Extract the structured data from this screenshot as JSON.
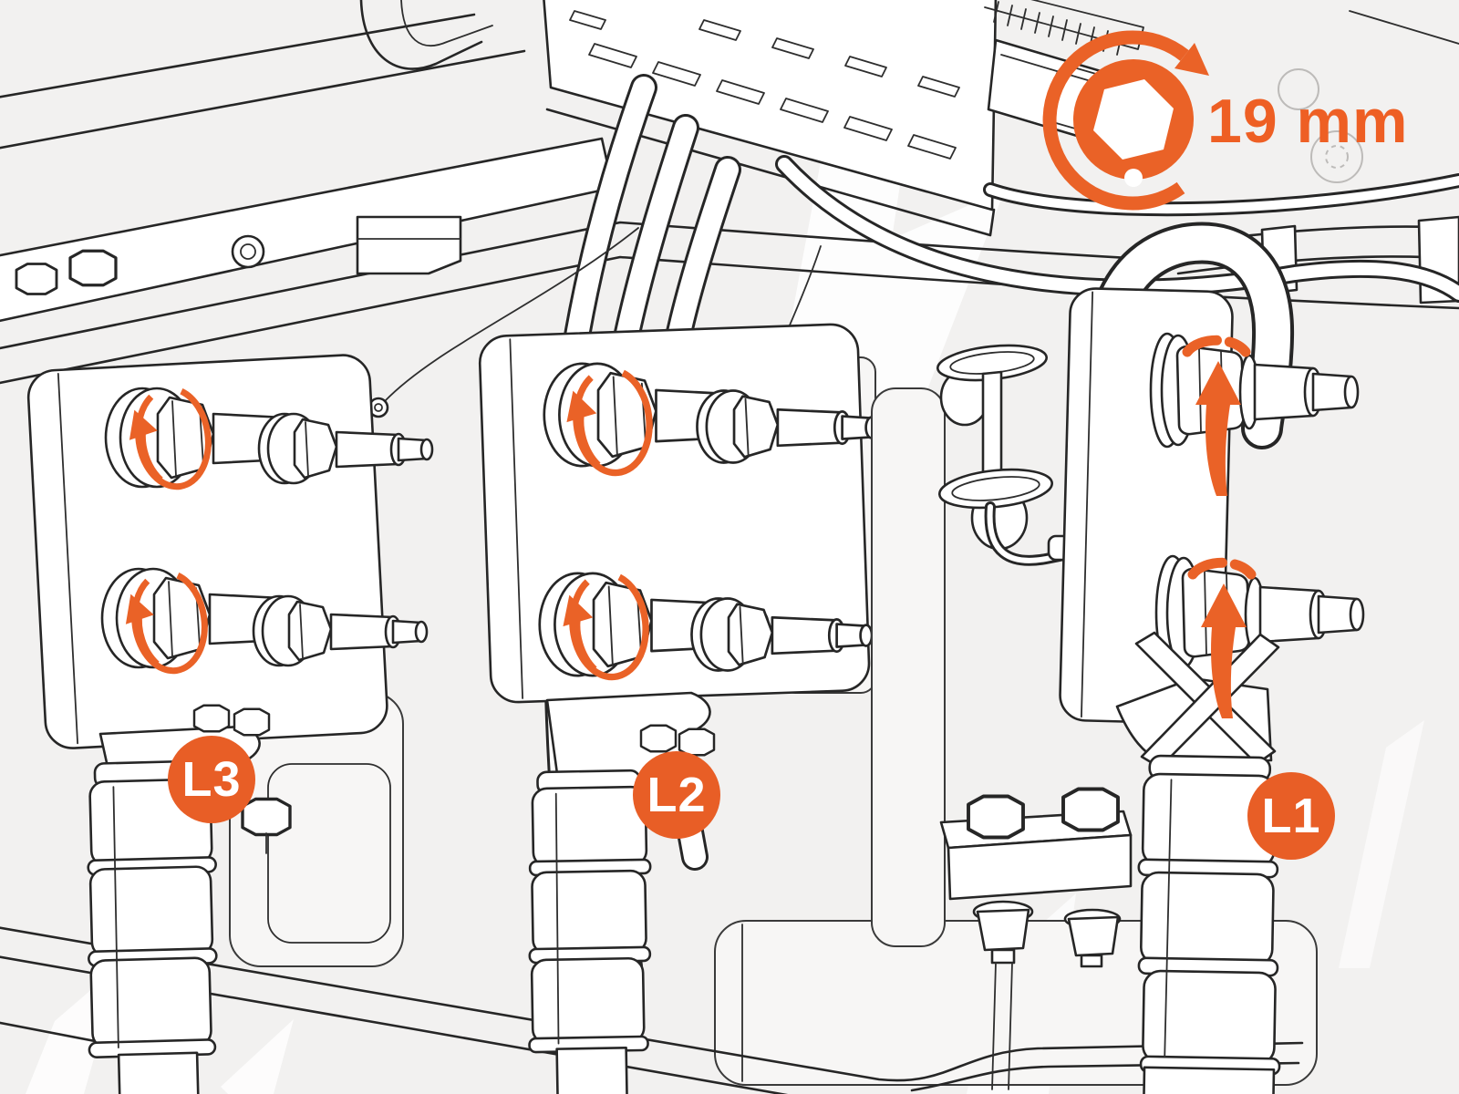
{
  "illustration": {
    "description_role": "technical-instruction-line-art",
    "tool_callout": {
      "label": "19 mm",
      "icon": "socket-rotation-icon"
    },
    "phase_badges": [
      {
        "label": "L3"
      },
      {
        "label": "L2"
      },
      {
        "label": "L1"
      }
    ],
    "rotation_arrow_count": 6,
    "colors": {
      "accent": "#EA6227",
      "line": "#262626",
      "background": "#F2F1F0"
    }
  }
}
